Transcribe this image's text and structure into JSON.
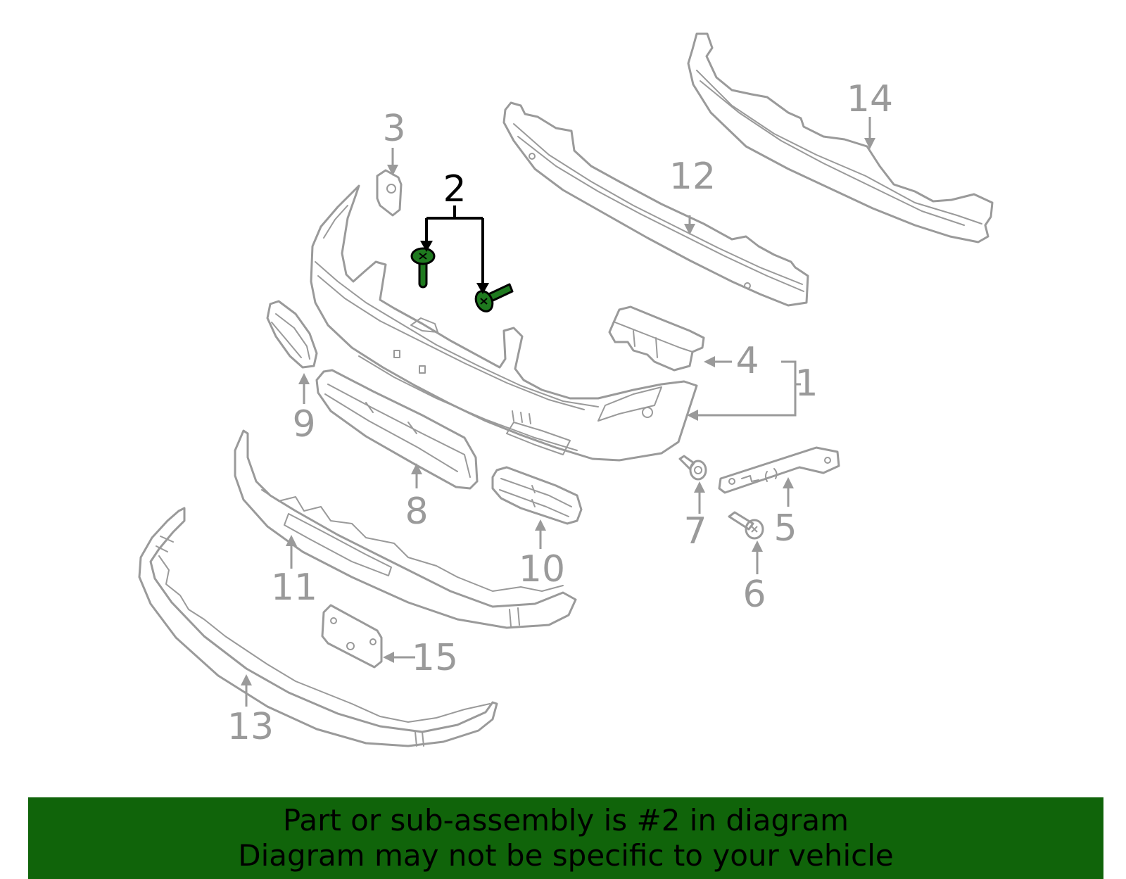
{
  "diagram": {
    "highlight_color": "#1f7a1f",
    "part_color": "#9a9a9a",
    "callouts": [
      {
        "id": "1",
        "label": "1"
      },
      {
        "id": "2",
        "label": "2"
      },
      {
        "id": "3",
        "label": "3"
      },
      {
        "id": "4",
        "label": "4"
      },
      {
        "id": "5",
        "label": "5"
      },
      {
        "id": "6",
        "label": "6"
      },
      {
        "id": "7",
        "label": "7"
      },
      {
        "id": "8",
        "label": "8"
      },
      {
        "id": "9",
        "label": "9"
      },
      {
        "id": "10",
        "label": "10"
      },
      {
        "id": "11",
        "label": "11"
      },
      {
        "id": "12",
        "label": "12"
      },
      {
        "id": "13",
        "label": "13"
      },
      {
        "id": "14",
        "label": "14"
      },
      {
        "id": "15",
        "label": "15"
      }
    ],
    "highlighted_callout": "2"
  },
  "banner": {
    "background": "#10640a",
    "line1": "Part or sub-assembly is #2 in diagram",
    "line2": "Diagram may not be specific to your vehicle"
  }
}
